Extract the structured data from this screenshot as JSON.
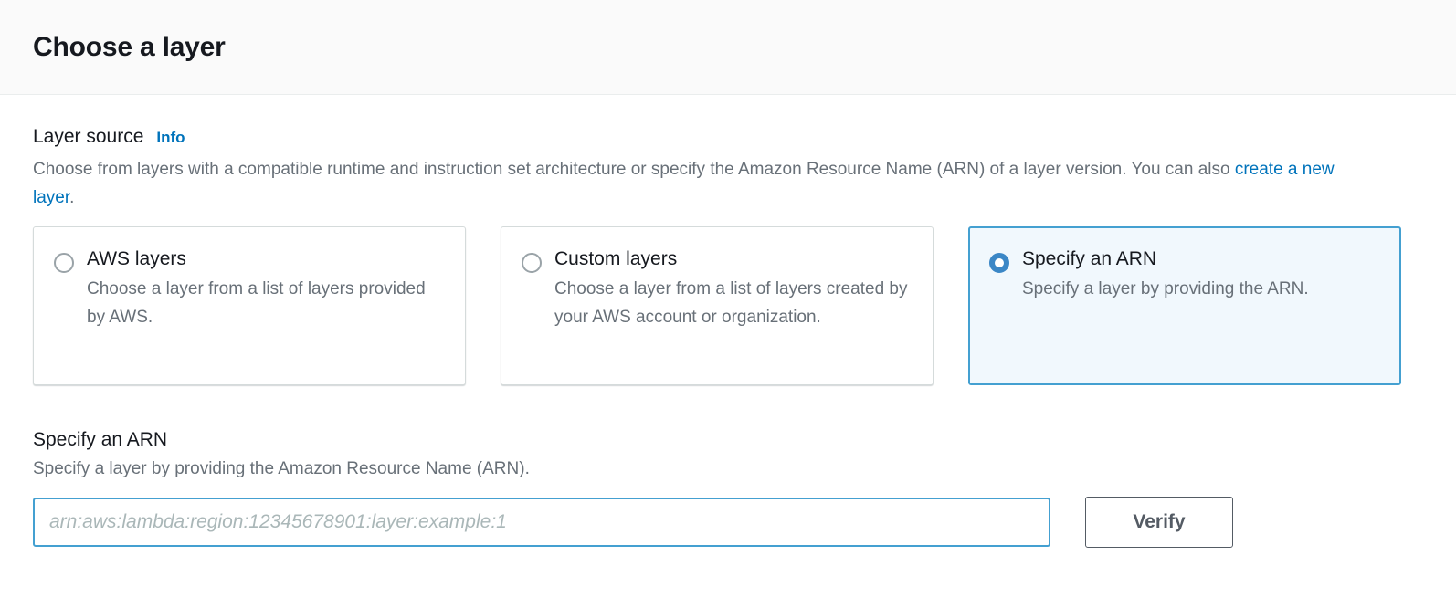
{
  "header": {
    "title": "Choose a layer"
  },
  "layer_source": {
    "label": "Layer source",
    "info_label": "Info",
    "description_before_link": "Choose from layers with a compatible runtime and instruction set architecture or specify the Amazon Resource Name (ARN) of a layer version. You can also ",
    "description_link": "create a new layer",
    "description_after_link": ".",
    "options": [
      {
        "title": "AWS layers",
        "description": "Choose a layer from a list of layers provided by AWS.",
        "selected": false
      },
      {
        "title": "Custom layers",
        "description": "Choose a layer from a list of layers created by your AWS account or organization.",
        "selected": false
      },
      {
        "title": "Specify an ARN",
        "description": "Specify a layer by providing the ARN.",
        "selected": true
      }
    ]
  },
  "arn_section": {
    "label": "Specify an ARN",
    "description": "Specify a layer by providing the Amazon Resource Name (ARN).",
    "input_value": "",
    "input_placeholder": "arn:aws:lambda:region:12345678901:layer:example:1",
    "verify_label": "Verify"
  },
  "colors": {
    "accent_blue": "#0073bb",
    "selected_border": "#44a0d1",
    "selected_background": "#f1f8fd",
    "radio_checked": "#3b87c6",
    "button_border": "#545b64",
    "header_background": "#fafafa"
  }
}
